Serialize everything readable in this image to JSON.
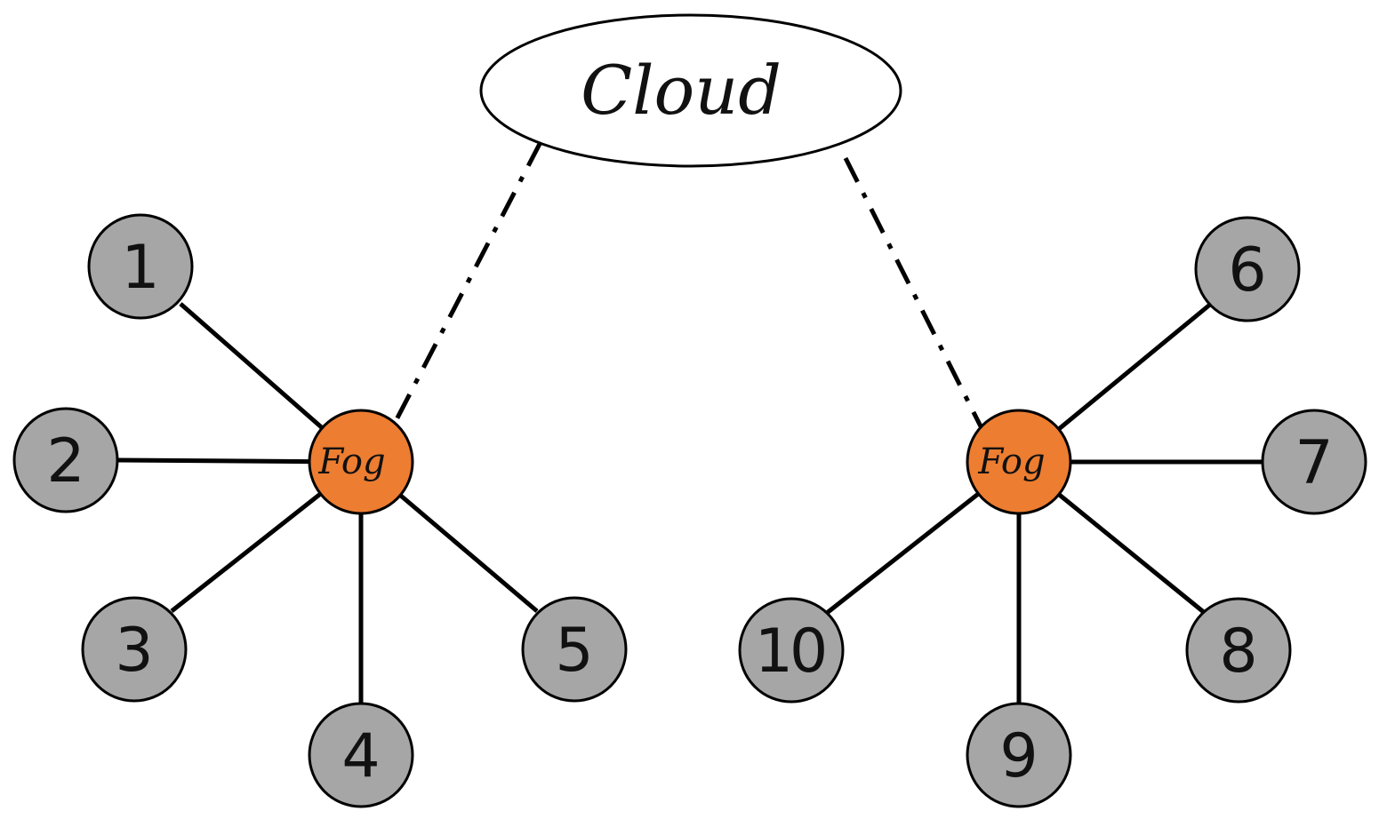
{
  "colors": {
    "fog": "#ed7d31",
    "device": "#a6a6a6",
    "cloud": "#ffffff",
    "line": "#000000"
  },
  "cloud": {
    "label": "Cloud"
  },
  "fog_nodes": [
    {
      "id": "fog-left",
      "label": "Fog"
    },
    {
      "id": "fog-right",
      "label": "Fog"
    }
  ],
  "devices": [
    {
      "id": "1",
      "label": "1",
      "fog": "fog-left"
    },
    {
      "id": "2",
      "label": "2",
      "fog": "fog-left"
    },
    {
      "id": "3",
      "label": "3",
      "fog": "fog-left"
    },
    {
      "id": "4",
      "label": "4",
      "fog": "fog-left"
    },
    {
      "id": "5",
      "label": "5",
      "fog": "fog-left"
    },
    {
      "id": "6",
      "label": "6",
      "fog": "fog-right"
    },
    {
      "id": "7",
      "label": "7",
      "fog": "fog-right"
    },
    {
      "id": "8",
      "label": "8",
      "fog": "fog-right"
    },
    {
      "id": "9",
      "label": "9",
      "fog": "fog-right"
    },
    {
      "id": "10",
      "label": "10",
      "fog": "fog-right"
    }
  ],
  "cloud_links": [
    {
      "from": "cloud",
      "to": "fog-left",
      "style": "dash-dot"
    },
    {
      "from": "cloud",
      "to": "fog-right",
      "style": "dash-dot"
    }
  ]
}
